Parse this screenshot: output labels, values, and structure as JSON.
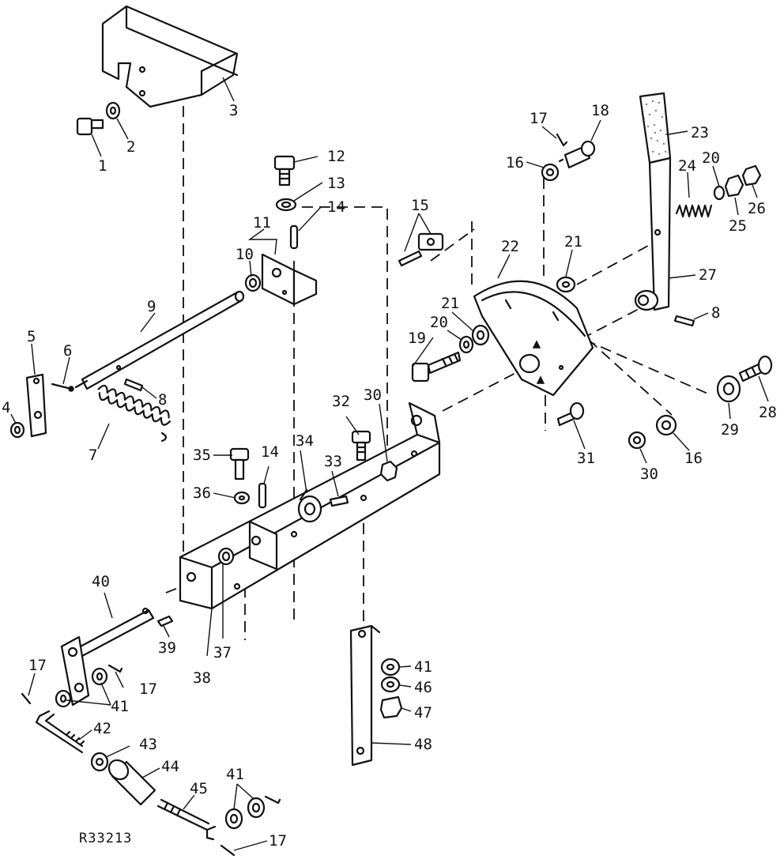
{
  "figure_code": "R33213",
  "callouts": {
    "c1": "1",
    "c2": "2",
    "c3": "3",
    "c4": "4",
    "c5": "5",
    "c6": "6",
    "c7": "7",
    "c8a": "8",
    "c8b": "8",
    "c9": "9",
    "c10": "10",
    "c11": "11",
    "c12": "12",
    "c13": "13",
    "c14a": "14",
    "c14b": "14",
    "c15": "15",
    "c16a": "16",
    "c16b": "16",
    "c17a": "17",
    "c17b": "17",
    "c17c": "17",
    "c17d": "17",
    "c18": "18",
    "c19": "19",
    "c20a": "20",
    "c20b": "20",
    "c21a": "21",
    "c21b": "21",
    "c22": "22",
    "c23": "23",
    "c24": "24",
    "c25": "25",
    "c26": "26",
    "c27": "27",
    "c28": "28",
    "c29": "29",
    "c30a": "30",
    "c30b": "30",
    "c31": "31",
    "c32": "32",
    "c33": "33",
    "c34": "34",
    "c35": "35",
    "c36": "36",
    "c37": "37",
    "c38": "38",
    "c39": "39",
    "c40": "40",
    "c41a": "41",
    "c41b": "41",
    "c41c": "41",
    "c42": "42",
    "c43": "43",
    "c44": "44",
    "c45": "45",
    "c46": "46",
    "c47": "47",
    "c48": "48"
  }
}
